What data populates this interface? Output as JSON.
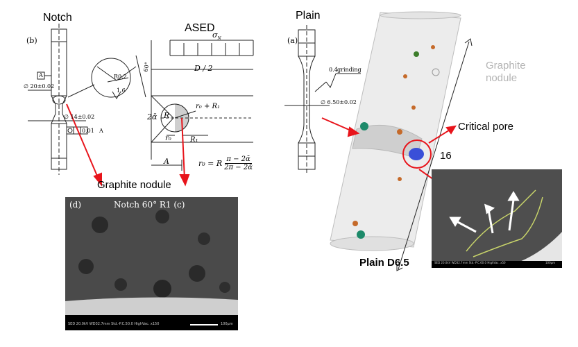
{
  "notch": {
    "title": "Notch",
    "panel": "(b)",
    "datum": "A",
    "dia_outer": "∅ 20±0.02",
    "dia_inner": "∅ 14±0.02",
    "concentric_tol": "0.01",
    "concentric_ref": "A",
    "notch_radius": "R0.2",
    "notch_angle": "60°",
    "roughness": "1.6"
  },
  "ased": {
    "title": "ASED",
    "sigma": "σ",
    "sigma_sub": "N",
    "half_width": "D / 2",
    "angle": "2ᾱ",
    "radius": "R",
    "r0_plus_r1": "r₀ + R₁",
    "r0": "r₀",
    "r1": "R₁",
    "depth": "A",
    "formula_lhs": "r₀ = R",
    "formula_num": "π − 2ᾱ",
    "formula_den": "2π − 2ᾱ"
  },
  "graphite_nodule_label": "Graphite nodule",
  "sem_left": {
    "panel_d": "(d)",
    "caption": "Notch 60° R1 (c)",
    "footer": "SED   20.0kV   WD32.7mm   Std.-P.C.50.0   HighVac.   x150",
    "scale": "100μm"
  },
  "plain": {
    "title": "Plain",
    "panel": "(a)",
    "roughness": "0.4",
    "grinding": "grinding",
    "dia": "∅ 6.50±0.02"
  },
  "ct": {
    "graphite_nodule": [
      "Graphite",
      "nodule"
    ],
    "critical_pore": "Critical pore",
    "length": "16",
    "specimen": "Plain D6.5"
  },
  "sem_right": {
    "footer": "SED   20.0kV   WD32.7mm   Std.-P.C.60.0   HighVac.   x50",
    "scale": "100μm"
  },
  "colors": {
    "red_arrow": "#e8141b",
    "gray_label": "#b4b4b4",
    "pore_blue": "#3a4fd8",
    "crack_yellow": "#c8d46a"
  }
}
